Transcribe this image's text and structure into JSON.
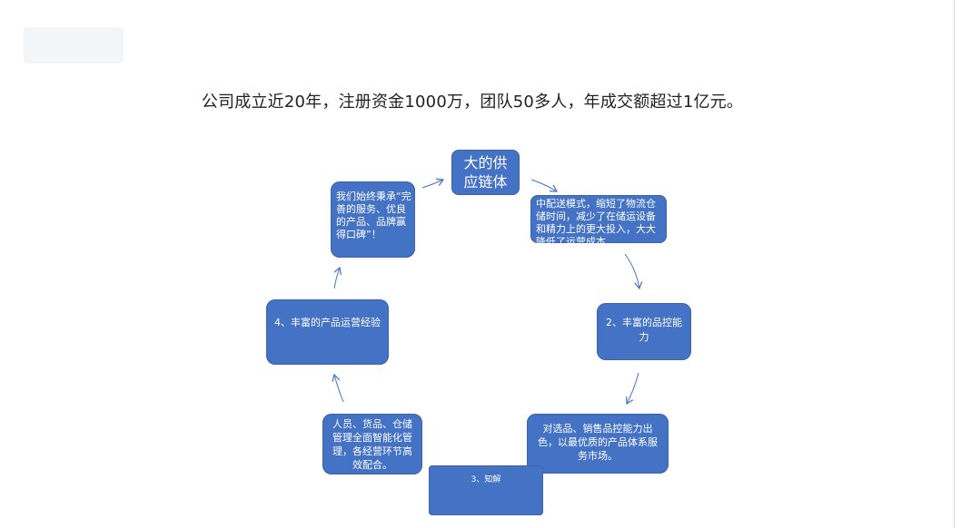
{
  "headline": "公司成立近20年，注册资金1000万，团队50多人，年成交额超过1亿元。",
  "colors": {
    "node_fill": "#4472c4",
    "node_text": "#ffffff",
    "arrow": "#4472c4"
  },
  "cycle": {
    "top": "大的供应链体",
    "right1": "中配送模式，缩短了物流仓储时间，减少了在储运设备和精力上的更大投入，大大降低了运营成本",
    "right2": "2、丰富的品控能力",
    "right3": "对选品、销售品控能力出色，以最优质的产品体系服务市场。",
    "bottom": "3、知解",
    "left3": "人员、货品、仓储管理全面智能化管理，各经营环节高效配合。",
    "left2": "4、丰富的产品运营经验",
    "left1": "我们始终秉承“完善的服务、优良的产品、品牌赢得口碑”！"
  }
}
